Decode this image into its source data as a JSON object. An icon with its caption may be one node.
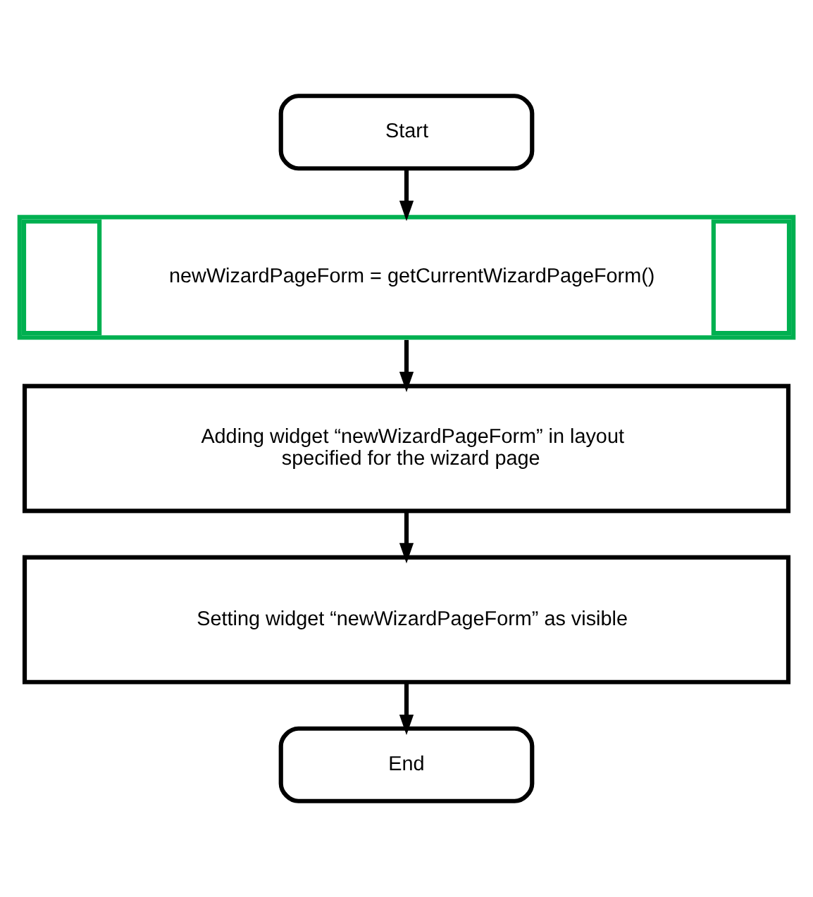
{
  "diagram": {
    "nodes": [
      {
        "text": [
          "Start"
        ]
      },
      {
        "text": [
          "newWizardPageForm = getCurrentWizardPageForm()"
        ]
      },
      {
        "text": [
          "Adding widget “newWizardPageForm” in layout specified for the wizard page"
        ]
      },
      {
        "text": [
          "Setting widget “newWizardPageForm” as visible"
        ]
      },
      {
        "text": [
          "End"
        ]
      }
    ],
    "edges": [
      {
        "from": 0,
        "to": 1,
        "arrow": "to"
      },
      {
        "from": 1,
        "to": 2,
        "arrow": "to"
      },
      {
        "from": 2,
        "to": 3,
        "arrow": "to"
      },
      {
        "from": 3,
        "to": 4,
        "arrow": "to"
      }
    ]
  }
}
